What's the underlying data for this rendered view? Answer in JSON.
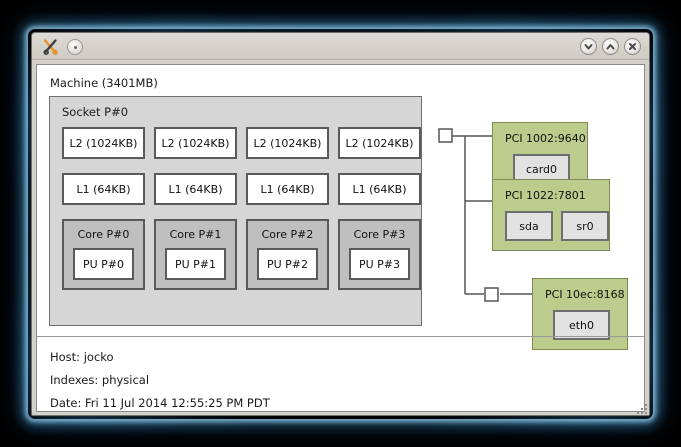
{
  "window": {
    "app_icon": "scissors-x-icon",
    "titlebar_buttons": [
      {
        "name": "minimize",
        "icon": "chevron-down-icon"
      },
      {
        "name": "maximize",
        "icon": "chevron-up-icon"
      },
      {
        "name": "close",
        "icon": "close-x-icon"
      }
    ],
    "menu_button_icon": "circle-dot-icon"
  },
  "topology": {
    "machine_label": "Machine (3401MB)",
    "socket": {
      "label": "Socket P#0",
      "l2_caches": [
        "L2 (1024KB)",
        "L2 (1024KB)",
        "L2 (1024KB)",
        "L2 (1024KB)"
      ],
      "l1_caches": [
        "L1 (64KB)",
        "L1 (64KB)",
        "L1 (64KB)",
        "L1 (64KB)"
      ],
      "cores": [
        {
          "label": "Core P#0",
          "pu": "PU P#0"
        },
        {
          "label": "Core P#1",
          "pu": "PU P#1"
        },
        {
          "label": "Core P#2",
          "pu": "PU P#2"
        },
        {
          "label": "Core P#3",
          "pu": "PU P#3"
        }
      ]
    },
    "pci_devices": [
      {
        "label": "PCI 1002:9640",
        "children": [
          "card0"
        ]
      },
      {
        "label": "PCI 1022:7801",
        "children": [
          "sda",
          "sr0"
        ]
      },
      {
        "label": "PCI 10ec:8168",
        "children": [
          "eth0"
        ]
      }
    ]
  },
  "info": {
    "host": "Host: jocko",
    "indexes": "Indexes: physical",
    "date": "Date: Fri 11 Jul 2014 12:55:25 PM PDT"
  },
  "colors": {
    "desktop_background": "#000000",
    "glow": "#4696c8",
    "window_chrome": "#d4d0ca",
    "canvas": "#ffffff",
    "socket_fill": "#d6d6d6",
    "core_fill": "#bfbfbf",
    "cache_fill": "#ffffff",
    "pci_fill": "#bccc8c",
    "pci_border": "#7d8a56",
    "device_fill": "#e2e2e2",
    "line": "#555555"
  }
}
